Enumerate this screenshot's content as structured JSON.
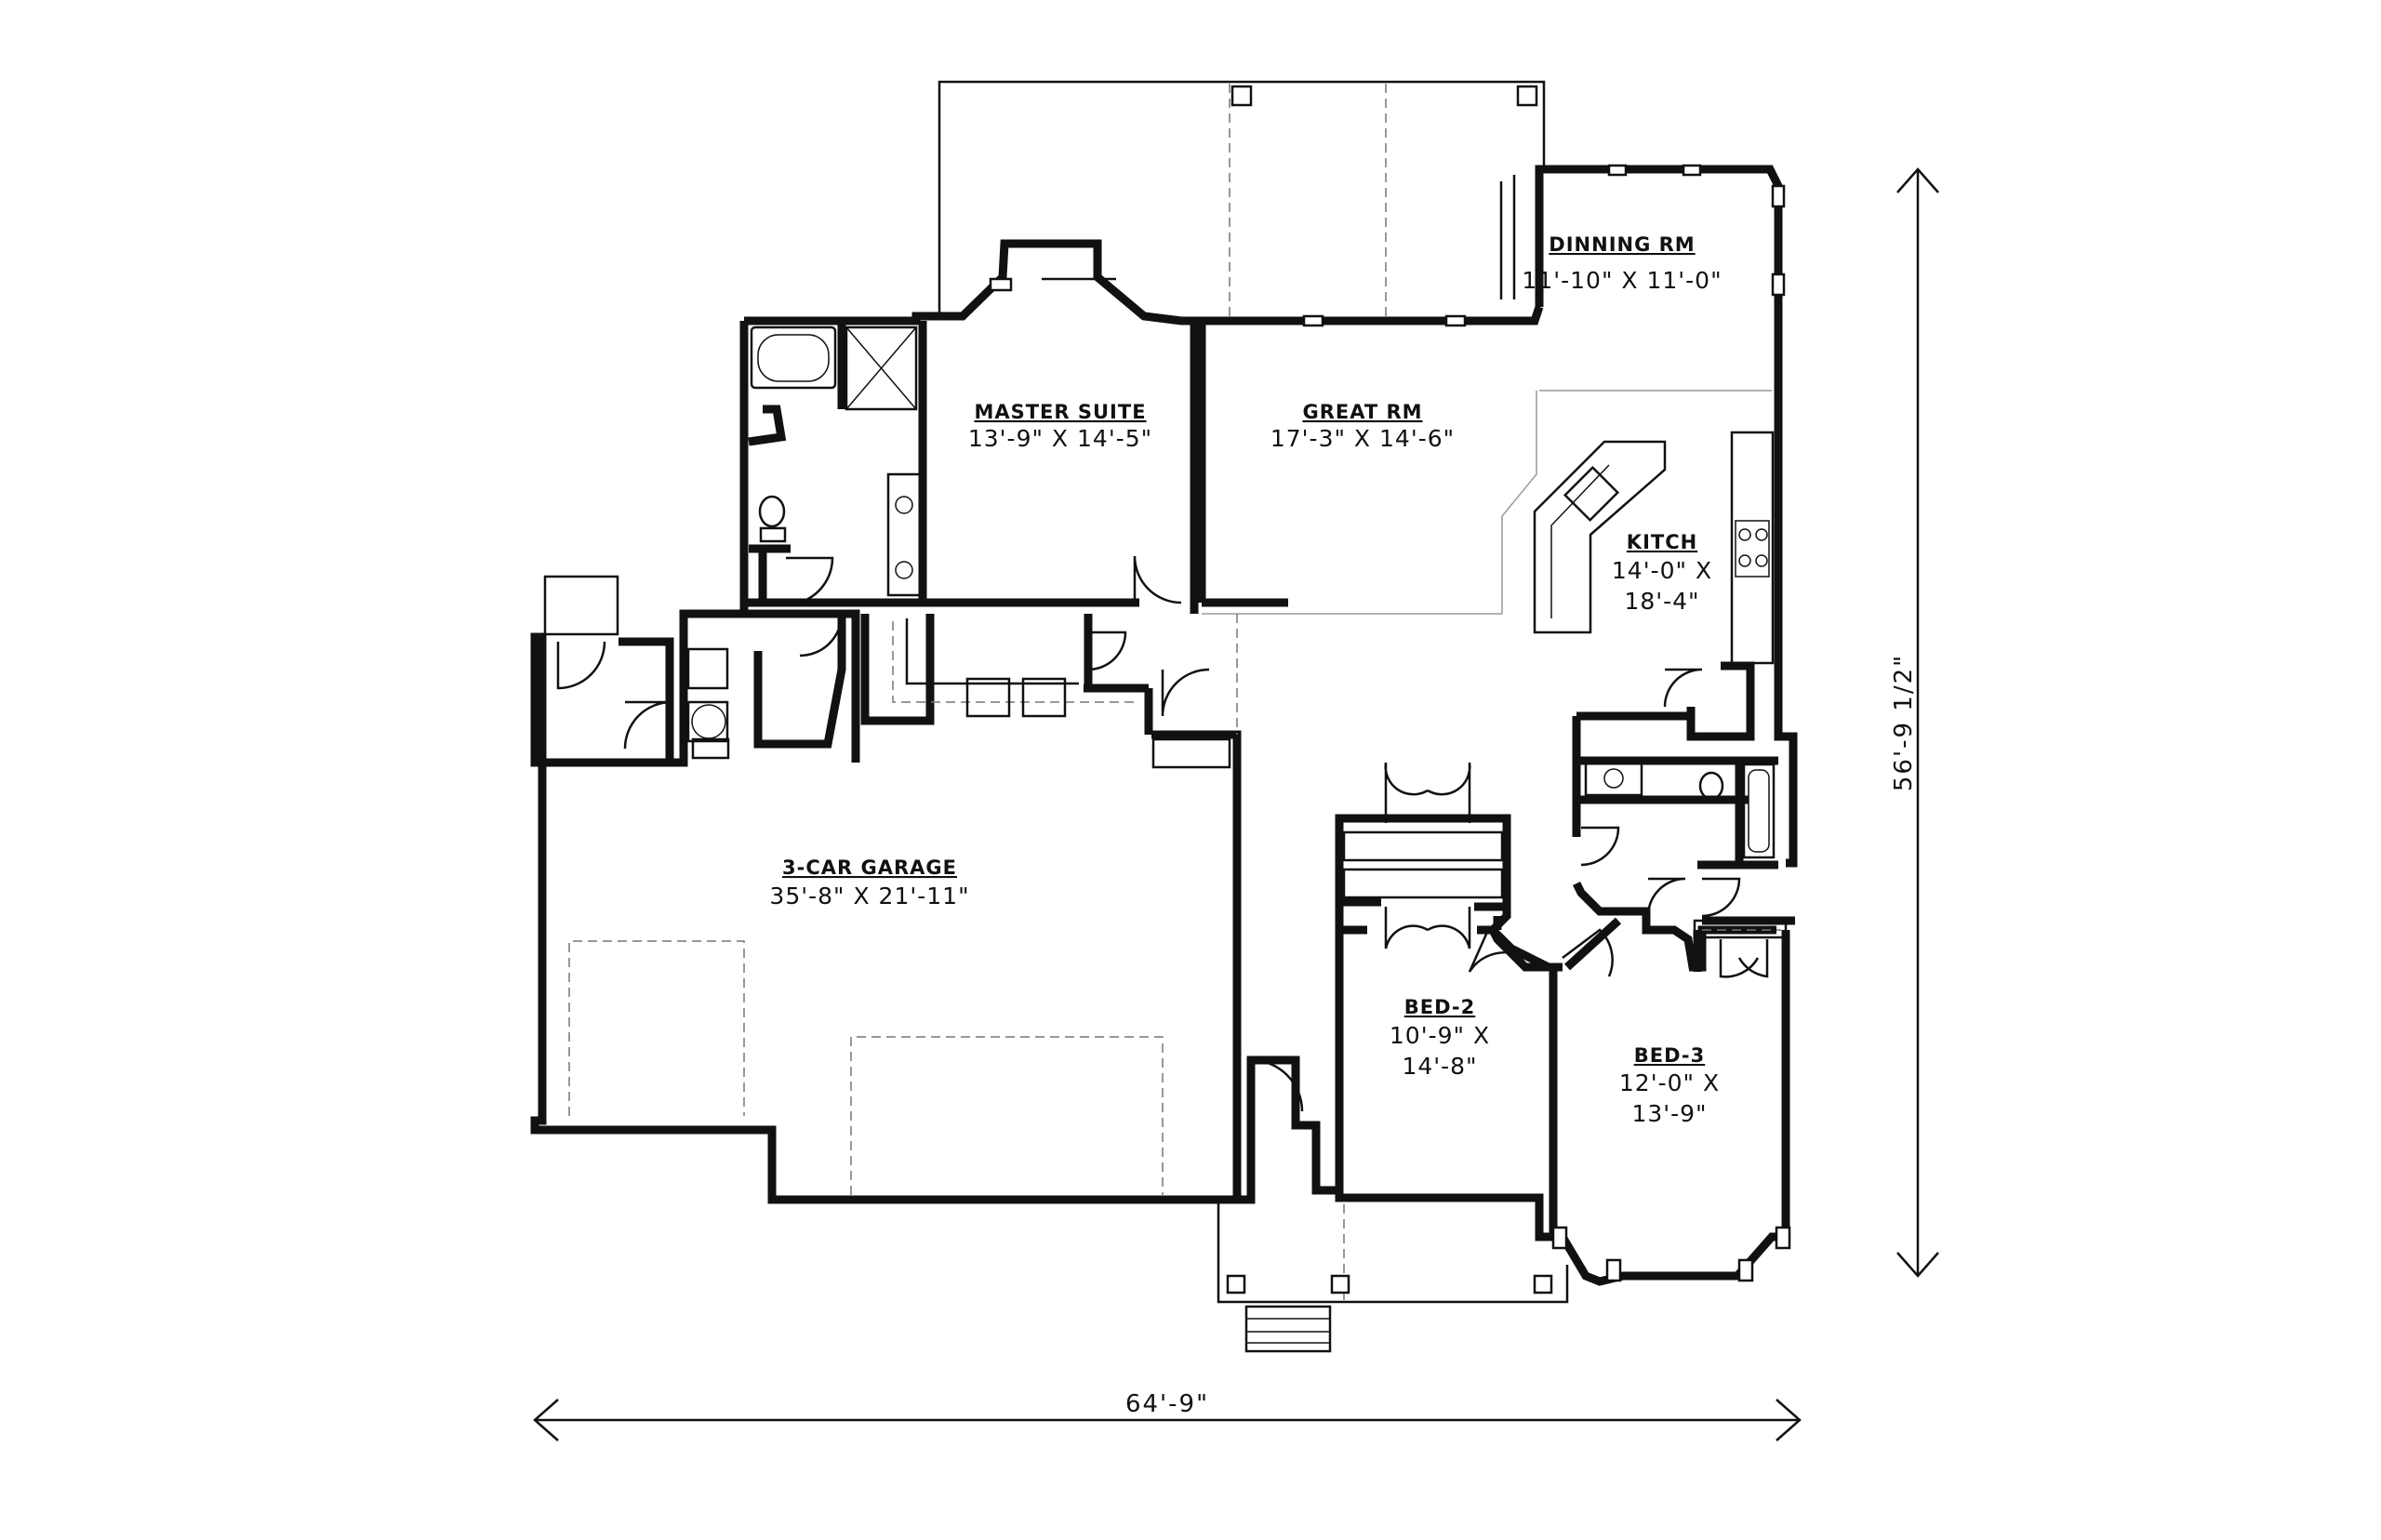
{
  "rooms": {
    "dining": {
      "name": "DINNING RM",
      "dims": "11'-10\" X 11'-0\""
    },
    "great": {
      "name": "GREAT RM",
      "dims": "17'-3\" X 14'-6\""
    },
    "master": {
      "name": "MASTER SUITE",
      "dims": "13'-9\" X 14'-5\""
    },
    "kitchen": {
      "name": "KITCH",
      "dims_line1": "14'-0\" X",
      "dims_line2": "18'-4\""
    },
    "garage": {
      "name": "3-CAR GARAGE",
      "dims": "35'-8\" X 21'-11\""
    },
    "bed2": {
      "name": "BED-2",
      "dims_line1": "10'-9\" X",
      "dims_line2": "14'-8\""
    },
    "bed3": {
      "name": "BED-3",
      "dims_line1": "12'-0\" X",
      "dims_line2": "13'-9\""
    }
  },
  "dimensions": {
    "overall_width": "64'-9\"",
    "overall_depth": "56'-9 1/2\""
  },
  "colors": {
    "line": "#111111",
    "background": "#ffffff"
  }
}
